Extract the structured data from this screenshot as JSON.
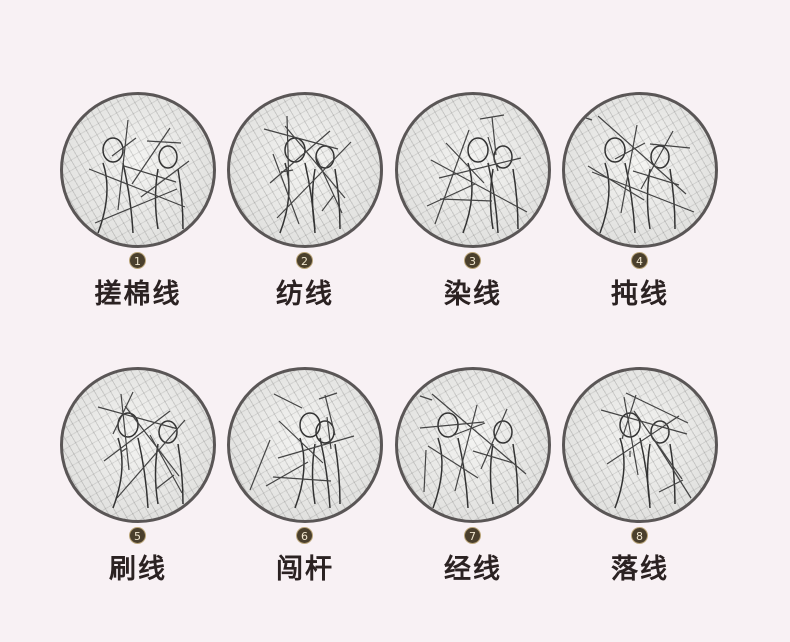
{
  "steps": [
    {
      "number": "1",
      "label": "搓棉线"
    },
    {
      "number": "2",
      "label": "纺线"
    },
    {
      "number": "3",
      "label": "染线"
    },
    {
      "number": "4",
      "label": "扽线"
    },
    {
      "number": "5",
      "label": "刷线"
    },
    {
      "number": "6",
      "label": "闯杆"
    },
    {
      "number": "7",
      "label": "经线"
    },
    {
      "number": "8",
      "label": "落线"
    }
  ]
}
